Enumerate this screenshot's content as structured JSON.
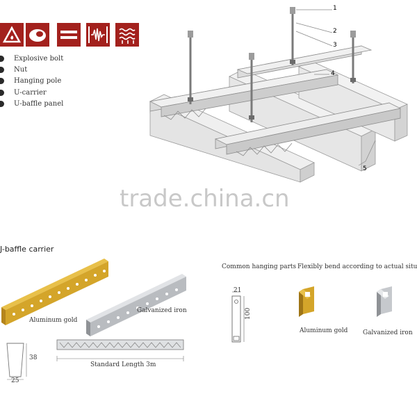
{
  "watermark": "trade.china.cn",
  "icons": [
    "fire-resistant-icon",
    "moisture-proof-icon",
    "anti-corrosion-icon",
    "sound-absorption-icon",
    "heat-resistant-icon"
  ],
  "legend": [
    {
      "label": "Explosive bolt"
    },
    {
      "label": "Nut"
    },
    {
      "label": "Hanging pole"
    },
    {
      "label": "U-carrier"
    },
    {
      "label": "U-baffle panel"
    }
  ],
  "callouts": [
    "1",
    "2",
    "3",
    "4",
    "5"
  ],
  "carrier": {
    "title": "J-baffle carrier",
    "aluminum_label": "Aluminum gold",
    "galvanized_label": "Galvanized iron",
    "profile_width": "25",
    "profile_height": "38",
    "length_label": "Standard Length 3m"
  },
  "hanging": {
    "common_title": "Common hanging parts",
    "flexible_title": "Flexibly bend according to actual situation",
    "dim_width": "21",
    "dim_height": "100",
    "aluminum_label": "Aluminum gold",
    "galvanized_label": "Galvanized iron"
  },
  "colors": {
    "icon_red": "#a3211d",
    "gold": "#d4a52a",
    "galvanized": "#b9bcc0",
    "panel": "#e2e2e2"
  }
}
